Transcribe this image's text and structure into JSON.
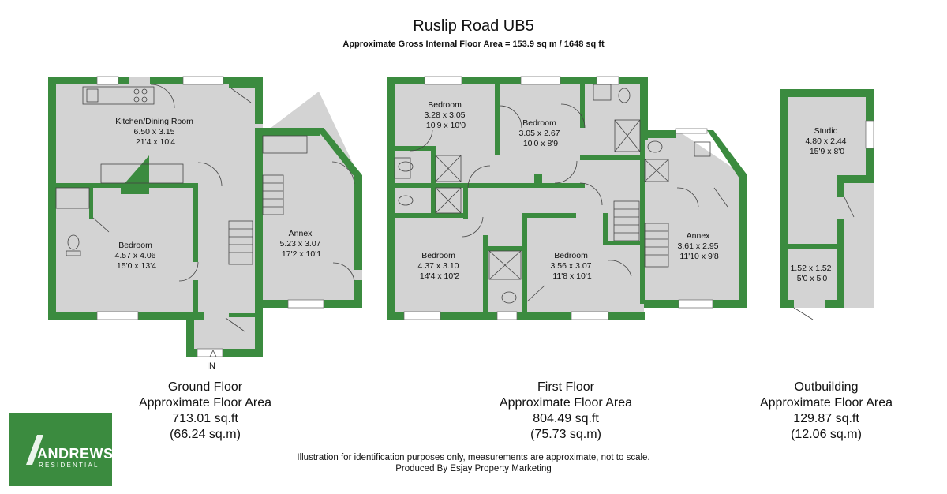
{
  "header": {
    "title": "Ruslip Road UB5",
    "subtitle": "Approximate Gross Internal Floor Area = 153.9 sq m / 1648 sq ft"
  },
  "colors": {
    "wall": "#3b8b3f",
    "floor": "#d3d3d3",
    "logo_bg": "#3b8b3f"
  },
  "entrance_label": "IN",
  "rooms": {
    "kitchen": [
      "Kitchen/Dining Room",
      "6.50 x 3.15",
      "21'4 x 10'4"
    ],
    "gf_bedroom": [
      "Bedroom",
      "4.57 x 4.06",
      "15'0 x 13'4"
    ],
    "gf_annex": [
      "Annex",
      "5.23 x 3.07",
      "17'2 x 10'1"
    ],
    "ff_bed1": [
      "Bedroom",
      "3.28 x 3.05",
      "10'9 x 10'0"
    ],
    "ff_bed2": [
      "Bedroom",
      "3.05 x 2.67",
      "10'0 x 8'9"
    ],
    "ff_bed3": [
      "Bedroom",
      "4.37 x 3.10",
      "14'4 x 10'2"
    ],
    "ff_bed4": [
      "Bedroom",
      "3.56 x 3.07",
      "11'8 x 10'1"
    ],
    "ff_annex": [
      "Annex",
      "3.61 x 2.95",
      "11'10 x 9'8"
    ],
    "studio": [
      "Studio",
      "4.80 x 2.44",
      "15'9 x 8'0"
    ],
    "store": [
      "1.52 x 1.52",
      "5'0 x 5'0"
    ]
  },
  "floors": {
    "ground": {
      "name": "Ground Floor",
      "label": "Approximate Floor Area",
      "sqft": "713.01 sq.ft",
      "sqm": "(66.24 sq.m)"
    },
    "first": {
      "name": "First Floor",
      "label": "Approximate Floor Area",
      "sqft": "804.49 sq.ft",
      "sqm": "(75.73 sq.m)"
    },
    "outbuilding": {
      "name": "Outbuilding",
      "label": "Approximate Floor Area",
      "sqft": "129.87 sq.ft",
      "sqm": "(12.06 sq.m)"
    }
  },
  "footer": {
    "line1": "Illustration for identification purposes only, measurements are approximate, not to scale.",
    "line2": "Produced By Esjay Property Marketing"
  },
  "logo": {
    "name": "ANDREWS",
    "sub": "RESIDENTIAL"
  }
}
